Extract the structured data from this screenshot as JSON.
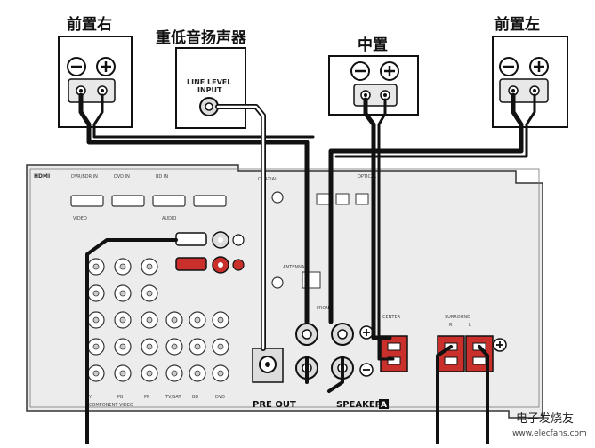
{
  "speakers": {
    "front_right": {
      "label": "前置右"
    },
    "subwoofer": {
      "label": "重低音扬声器",
      "input_line1": "LINE LEVEL",
      "input_line2": "INPUT"
    },
    "center": {
      "label": "中置"
    },
    "front_left": {
      "label": "前置左"
    }
  },
  "receiver": {
    "hdmi": "HDMI",
    "hdmi_inputs": [
      "DVR/BDR IN",
      "DVD IN",
      "BD IN"
    ],
    "coaxial": "COAXIAL",
    "optical": "OPTICAL",
    "video": "VIDEO",
    "audio": "AUDIO",
    "antenna": "ANTENNA",
    "front": "FRONT",
    "center": "CENTER",
    "surround": "SURROUND",
    "component_video": "COMPONENT VIDEO",
    "pre_out": "PRE OUT",
    "speakers_label": "SPEAKERS",
    "speakers_badge": "A",
    "ch_r": "R",
    "ch_l": "L",
    "component_cols": [
      "Y",
      "PB",
      "PR"
    ],
    "audio_cols": [
      "TV/SAT",
      "BD",
      "DVD"
    ]
  },
  "watermark": {
    "brand": "电子发烧友",
    "url": "www.elecfans.com"
  }
}
